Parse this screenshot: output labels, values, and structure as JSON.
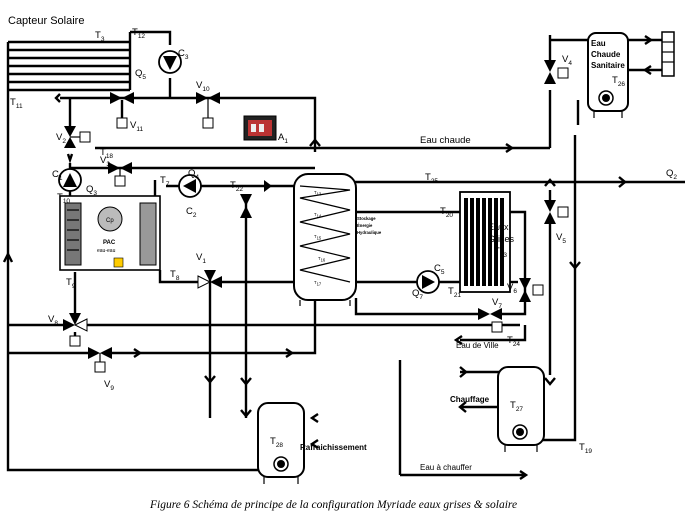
{
  "title": "Capteur Solaire",
  "caption": "Figure 6 Schéma de principe de la configuration Myriade eaux grises & solaire",
  "labels": {
    "eau_chaude": "Eau chaude",
    "eau_ville": "Eau de Ville",
    "eau_chauffer": "Eau à chauffer",
    "chauffage": "Chauffage",
    "rafraichissement": "Rafraichissement",
    "eaux_grises": [
      "Eaux",
      "Grises"
    ],
    "ecs": [
      "Eau",
      "Chaude",
      "Sanitaire"
    ],
    "stockage": [
      "Stockage",
      "Énergie",
      "Hydraulique"
    ],
    "cp": "Cp",
    "pac": [
      "PAC",
      "eau-eau"
    ]
  },
  "tags": [
    {
      "t": "T",
      "s": "3"
    },
    {
      "t": "T",
      "s": "12"
    },
    {
      "t": "C",
      "s": "3"
    },
    {
      "t": "Q",
      "s": "5"
    },
    {
      "t": "T",
      "s": "11"
    },
    {
      "t": "V",
      "s": "11"
    },
    {
      "t": "V",
      "s": "10"
    },
    {
      "t": "A",
      "s": "1"
    },
    {
      "t": "V",
      "s": "2"
    },
    {
      "t": "T",
      "s": "18"
    },
    {
      "t": "C",
      "s": "1"
    },
    {
      "t": "V",
      "s": "3"
    },
    {
      "t": "Q",
      "s": "3"
    },
    {
      "t": "T",
      "s": "10"
    },
    {
      "t": "Q",
      "s": "4"
    },
    {
      "t": "T",
      "s": "7"
    },
    {
      "t": "C",
      "s": "2"
    },
    {
      "t": "T",
      "s": "22"
    },
    {
      "t": "T",
      "s": "9"
    },
    {
      "t": "T",
      "s": "8"
    },
    {
      "t": "V",
      "s": "1"
    },
    {
      "t": "V",
      "s": "8"
    },
    {
      "t": "V",
      "s": "9"
    },
    {
      "t": "T",
      "s": "28"
    },
    {
      "t": "T",
      "s": "25"
    },
    {
      "t": "T",
      "s": "20"
    },
    {
      "t": "T",
      "s": "23"
    },
    {
      "t": "C",
      "s": "5"
    },
    {
      "t": "Q",
      "s": "7"
    },
    {
      "t": "T",
      "s": "21"
    },
    {
      "t": "V",
      "s": "7"
    },
    {
      "t": "T",
      "s": "24"
    },
    {
      "t": "V",
      "s": "4"
    },
    {
      "t": "T",
      "s": "26"
    },
    {
      "t": "Q",
      "s": "2"
    },
    {
      "t": "V",
      "s": "5"
    },
    {
      "t": "V",
      "s": "6"
    },
    {
      "t": "T",
      "s": "27"
    },
    {
      "t": "T",
      "s": "19"
    }
  ],
  "tank_tags": [
    {
      "t": "T",
      "s": "13"
    },
    {
      "t": "T",
      "s": "14"
    },
    {
      "t": "T",
      "s": "15"
    },
    {
      "t": "T",
      "s": "16"
    },
    {
      "t": "T",
      "s": "17"
    }
  ]
}
